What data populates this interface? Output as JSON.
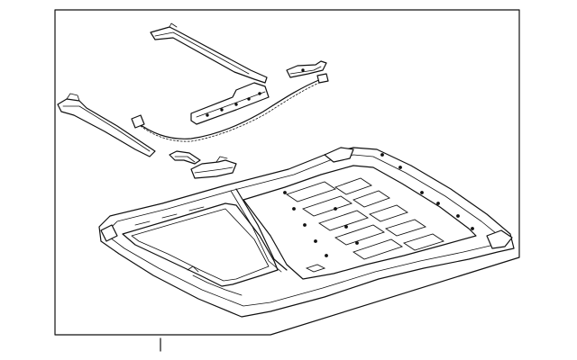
{
  "diagram": {
    "panel_border_color": "#222222",
    "line_color": "#111111",
    "background_color": "#ffffff",
    "parts": [
      "front-rail-upper",
      "front-rail-lower",
      "rear-guide-bracket",
      "side-bracket-left",
      "drain-hose",
      "wind-deflector-bracket",
      "small-clip",
      "guide-block",
      "sunroof-housing-frame"
    ]
  }
}
